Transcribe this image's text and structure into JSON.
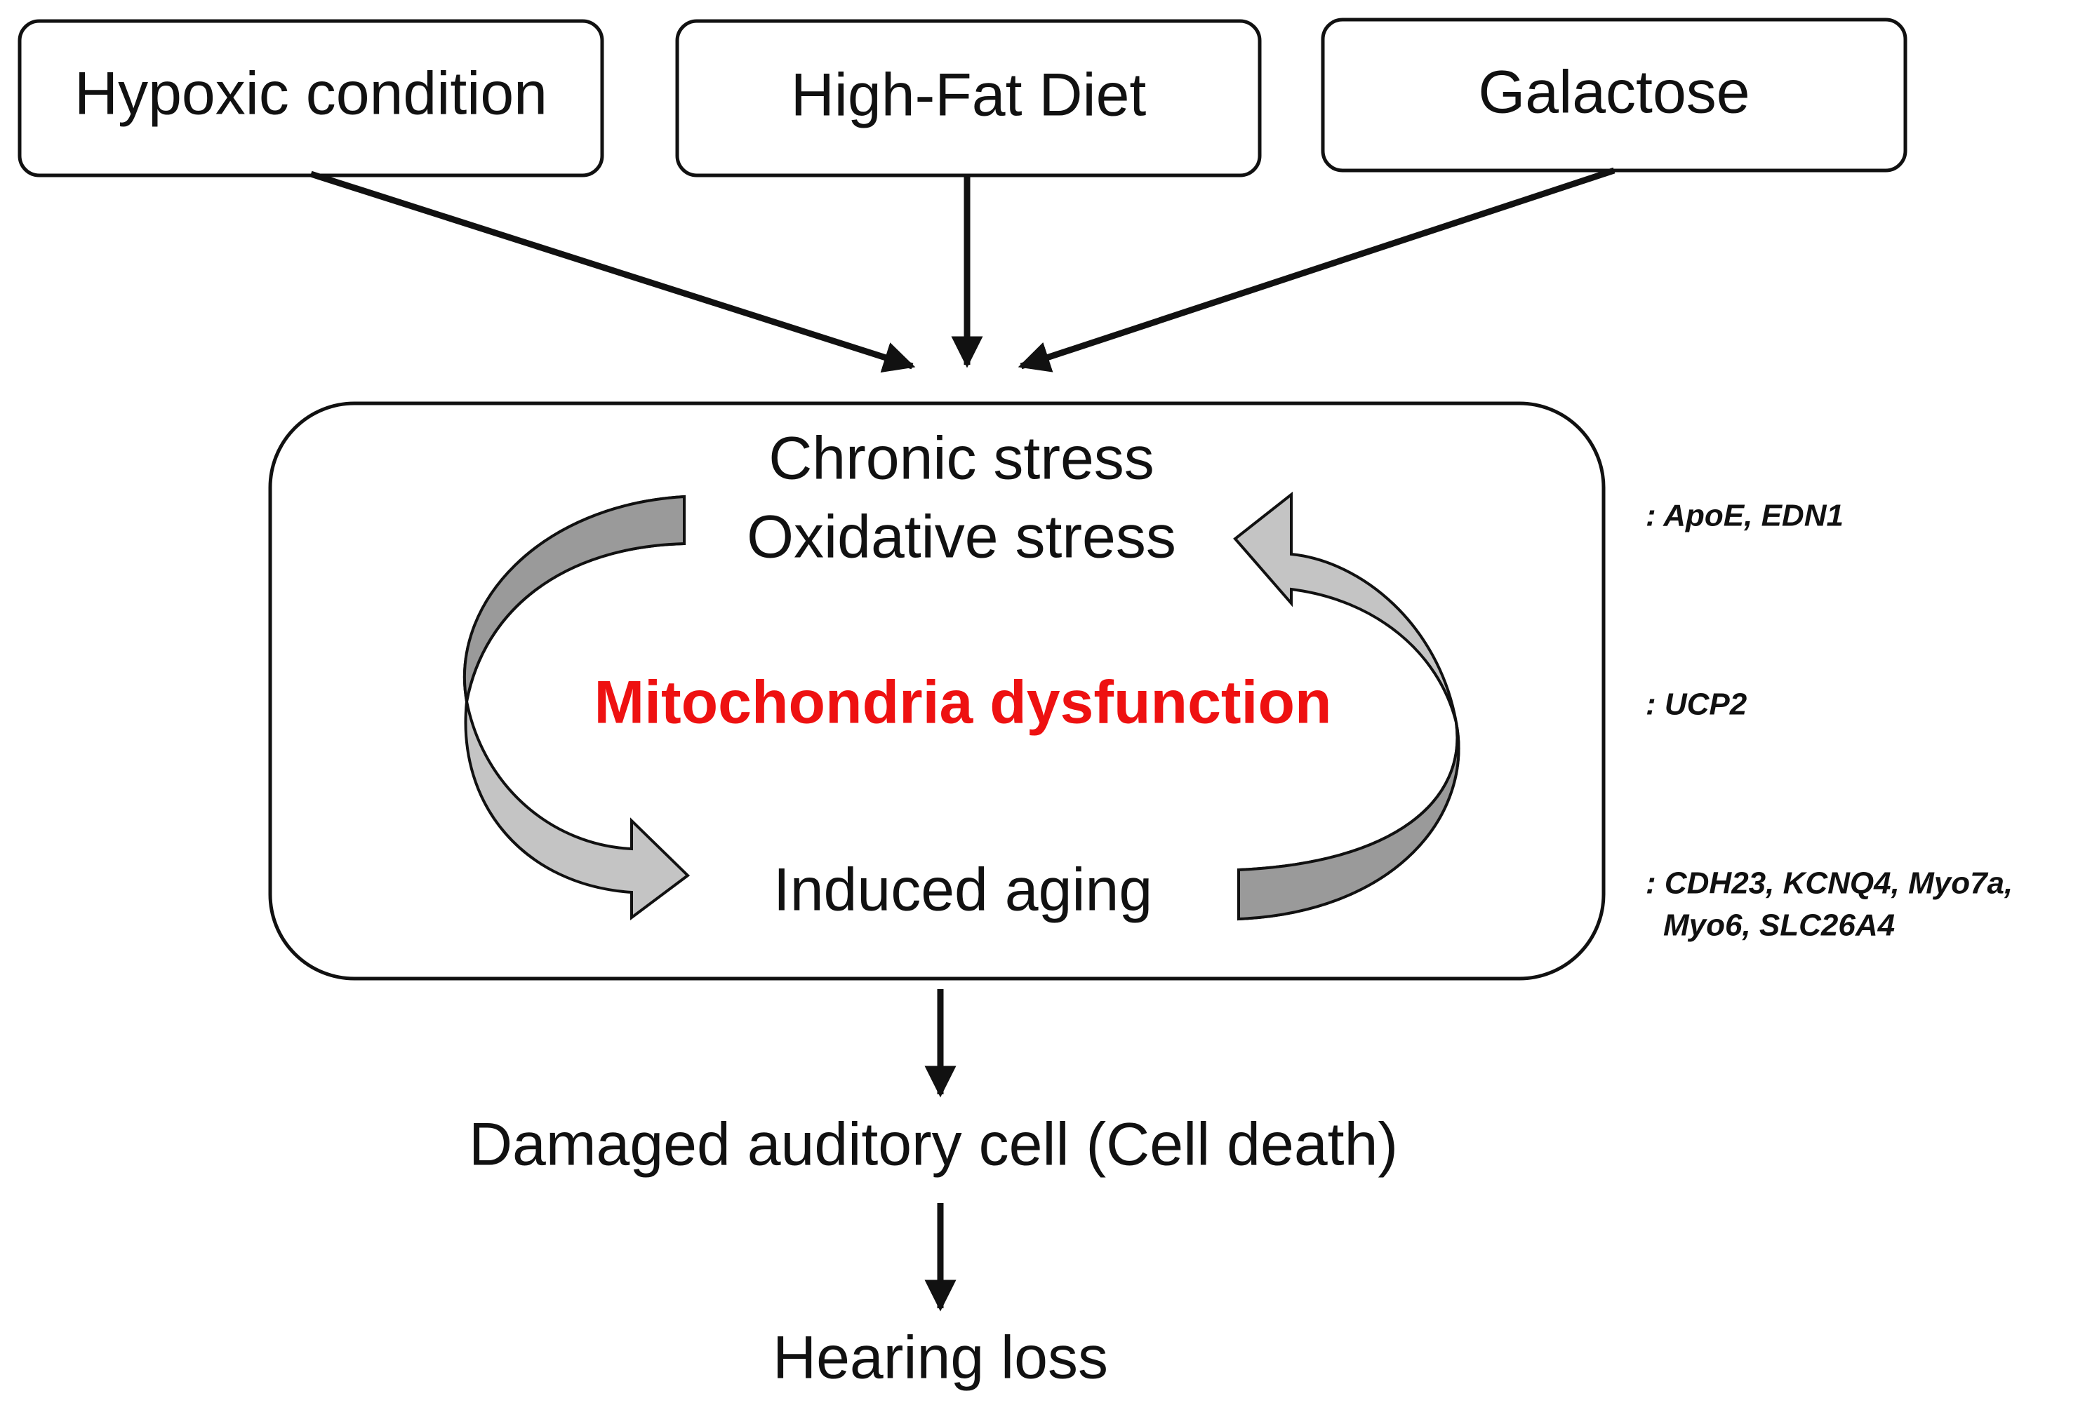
{
  "inputs": [
    {
      "label": "Hypoxic condition"
    },
    {
      "label": "High-Fat Diet"
    },
    {
      "label": "Galactose"
    }
  ],
  "cycle": {
    "top_line1": "Chronic stress",
    "top_line2": "Oxidative stress",
    "center": "Mitochondria dysfunction",
    "bottom": "Induced aging"
  },
  "genes": {
    "top": ": ApoE, EDN1",
    "middle": ": UCP2",
    "bottom_line1": ": CDH23, KCNQ4, Myo7a,",
    "bottom_line2": "Myo6, SLC26A4"
  },
  "outcomes": {
    "damaged": "Damaged auditory cell (Cell death)",
    "hearing_loss": "Hearing loss"
  },
  "colors": {
    "center_text": "#ee1111",
    "arrow_fill_light": "#c4c4c4",
    "arrow_fill_dark": "#9a9a9a",
    "stroke": "#111111"
  }
}
